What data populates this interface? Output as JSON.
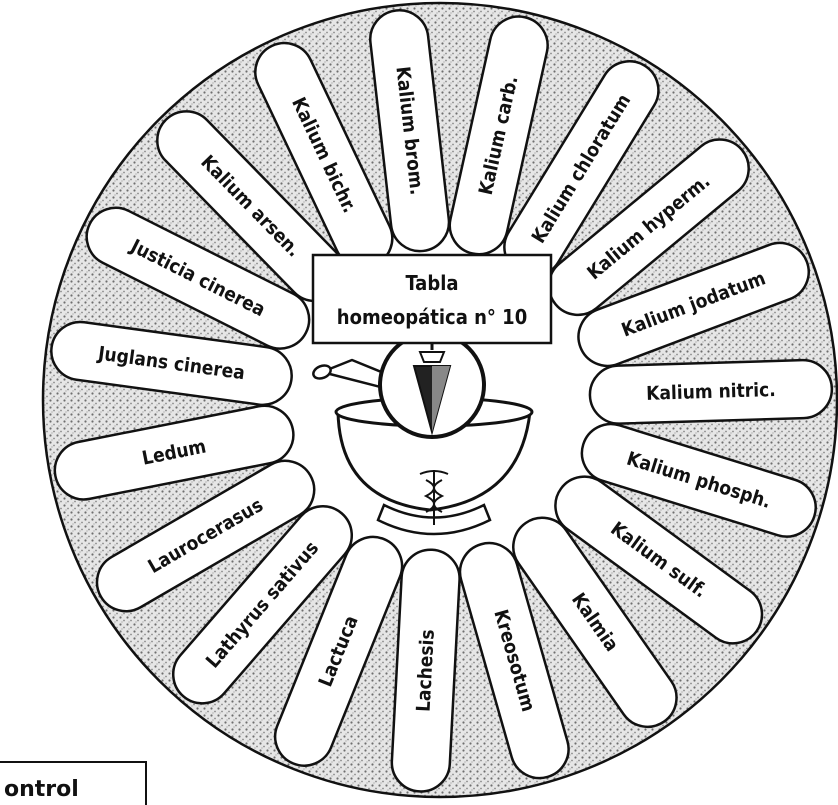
{
  "title_box": {
    "line1": "Tabla",
    "line2": "homeopática n° 10"
  },
  "remedies": [
    {
      "name": "Kalium carb."
    },
    {
      "name": "Kalium chloratum"
    },
    {
      "name": "Kalium hyperm."
    },
    {
      "name": "Kalium jodatum"
    },
    {
      "name": "Kalium nitric."
    },
    {
      "name": "Kalium phosph."
    },
    {
      "name": "Kalium sulf."
    },
    {
      "name": "Kalmia"
    },
    {
      "name": "Kreosotum"
    },
    {
      "name": "Lachesis"
    },
    {
      "name": "Lactuca"
    },
    {
      "name": "Lathyrus sativus"
    },
    {
      "name": "Laurocerasus"
    },
    {
      "name": "Ledum"
    },
    {
      "name": "Juglans cinerea"
    },
    {
      "name": "Justicia cinerea"
    },
    {
      "name": "Kalium arsen."
    },
    {
      "name": "Kalium bichr."
    },
    {
      "name": "Kalium brom."
    }
  ],
  "control_label": "ontrol",
  "icons": [
    "mortar-and-pestle-icon",
    "pendulum-icon",
    "caduceus-icon"
  ],
  "colors": {
    "ink": "#111111",
    "stipple_bg": "#e8e8e8",
    "stipple_dot": "#7a7a7a",
    "petal_fill": "#ffffff"
  }
}
